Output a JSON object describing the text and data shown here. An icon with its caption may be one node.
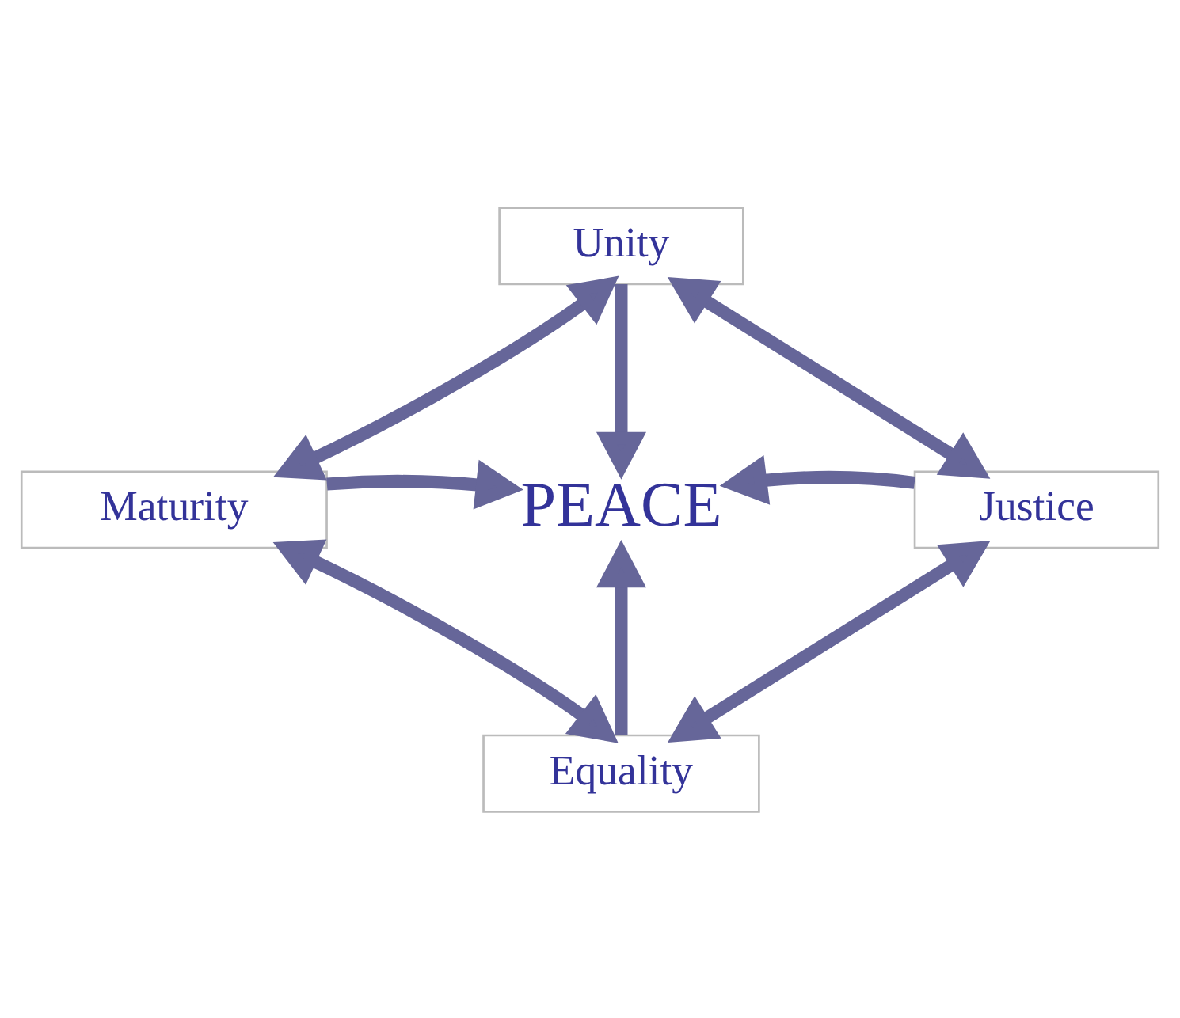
{
  "diagram": {
    "nodes": [
      {
        "text": [
          "Unity"
        ]
      },
      {
        "text": [
          "Maturity"
        ]
      },
      {
        "text": [
          "PEACE"
        ]
      },
      {
        "text": [
          "Justice"
        ]
      },
      {
        "text": [
          "Equality"
        ]
      }
    ],
    "edges": [
      {
        "from": 0,
        "to": 3,
        "arrow": "both"
      },
      {
        "from": 3,
        "to": 4,
        "arrow": "both"
      },
      {
        "from": 4,
        "to": 1,
        "arrow": "both"
      },
      {
        "from": 1,
        "to": 0,
        "arrow": "both"
      },
      {
        "from": 1,
        "to": 2,
        "arrow": "to"
      },
      {
        "from": 0,
        "to": 2,
        "arrow": "to"
      },
      {
        "from": 3,
        "to": 2,
        "arrow": "to"
      },
      {
        "from": 4,
        "to": 2,
        "arrow": "to"
      }
    ]
  }
}
